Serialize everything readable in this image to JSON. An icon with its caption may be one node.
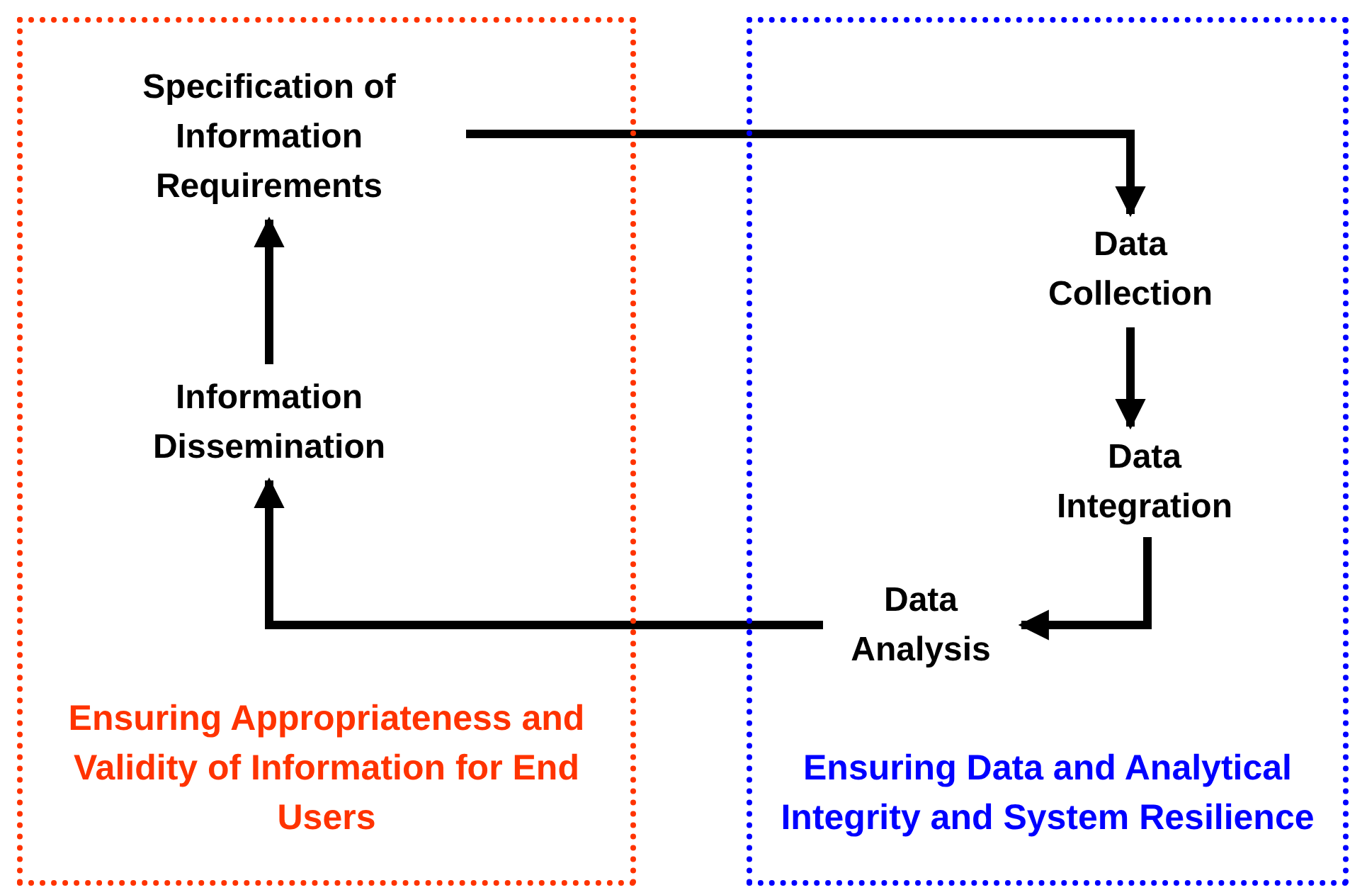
{
  "diagram": {
    "nodes": [
      {
        "text": [
          "Ensuring Appropriateness and Validity of Information for End Users"
        ]
      },
      {
        "text": [
          "Ensuring Data and Analytical Integrity and System Resilience"
        ]
      },
      {
        "text": [
          "Specification of Information Requirements"
        ],
        "in": 0
      },
      {
        "text": [
          "Data Collection"
        ],
        "in": 1
      },
      {
        "text": [
          "Data Integration"
        ],
        "in": 1
      },
      {
        "text": [
          "Data Analysis"
        ],
        "in": 1
      },
      {
        "text": [
          "Information Dissemination"
        ],
        "in": 0
      }
    ],
    "edges": [
      {
        "from": 2,
        "to": 3,
        "arrow": "to"
      },
      {
        "from": 3,
        "to": 4,
        "arrow": "to"
      },
      {
        "from": 4,
        "to": 5,
        "arrow": "to"
      },
      {
        "from": 5,
        "to": 6,
        "arrow": "to"
      },
      {
        "from": 6,
        "to": 2,
        "arrow": "to"
      }
    ]
  }
}
